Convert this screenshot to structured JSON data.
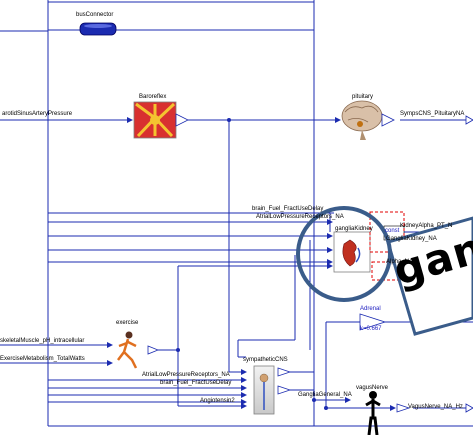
{
  "colors": {
    "wire": "#1b2bb0",
    "red_dash": "#e00000",
    "lens": "#3a5c8a",
    "block_border": "#7f7f7f"
  },
  "blocks": {
    "busConnector": "busConnector",
    "baroreflex": "Baroreflex",
    "pituitary": "pituitary",
    "gangliaKidney": "gangliaKidney",
    "exercise": "exercise",
    "sympatheticCNS": "sympatheticCNS",
    "vagusNerve": "vagusNerve",
    "adrenal": "Adrenal",
    "adrenal_param": "k=0.667"
  },
  "labels": {
    "carotid": "arotidSinusArteryPressure",
    "symps_pituitary": "SympsCNS_PituitaryNA",
    "brain_fuel_1": "brain_Fuel_FractUseDelay",
    "atrial_low_1": "AtrialLowPressureReceptors_NA",
    "kidney_alpha": "KidneyAlpha_PT_N",
    "ganglia_kidney_na": "GangliaKidney_NA",
    "alpha_na": "Alpha_NA",
    "skeletal": "skeletalMuscle_pH_intracellular",
    "exercise_metab": "ExerciseMetabolism_TotalWatts",
    "atrial_low_2": "AtrialLowPressureReceptors_NA",
    "brain_fuel_2": "brain_Fuel_FractUseDelay",
    "angiotensin": "Angiotensin2",
    "ganglia_general": "GangliaGeneral_NA",
    "vagus_hz": "VagusNerve_NA_Hz",
    "const_small": "const"
  },
  "magnifier_text": "gang"
}
